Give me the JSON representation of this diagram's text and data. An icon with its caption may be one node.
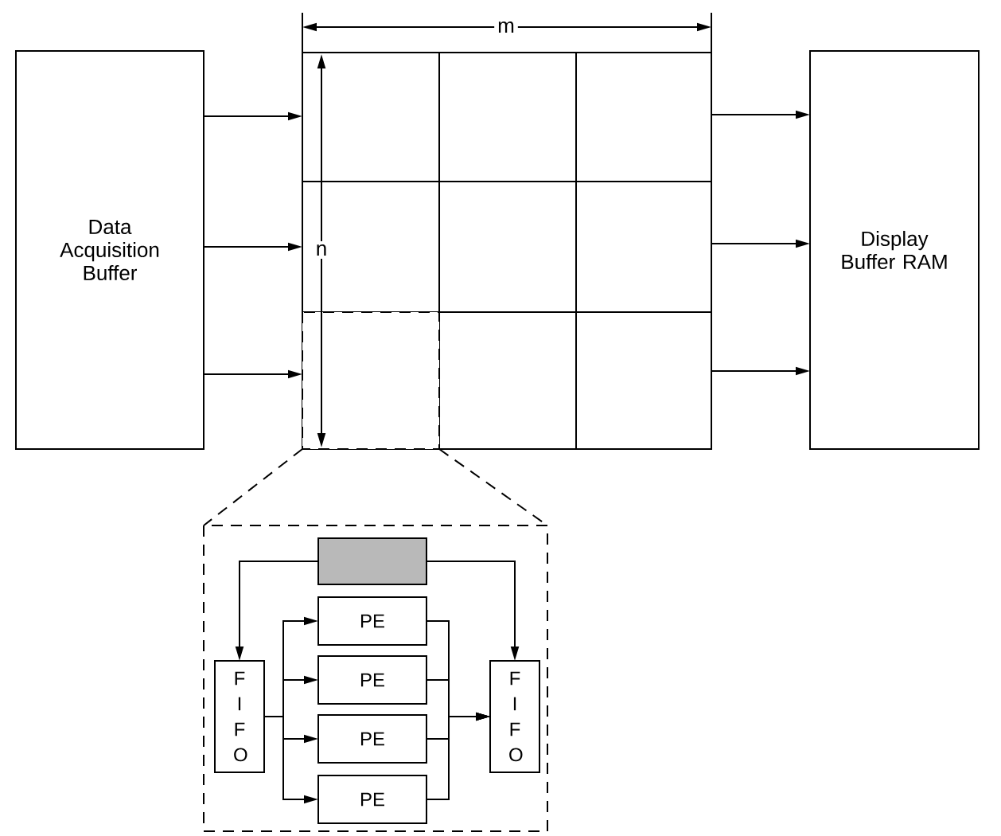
{
  "diagram": {
    "nodes": [
      {
        "text": [
          "Data Acquisition Buffer"
        ]
      },
      {
        "text": [
          "Display Buffer RAM"
        ]
      },
      {
        "text": [],
        "shape": "box"
      },
      {
        "text": [],
        "shape": "box"
      },
      {
        "text": [],
        "shape": "box",
        "in": 3
      },
      {
        "text": [
          "F I F O"
        ],
        "in": 3
      },
      {
        "text": [
          "PE"
        ],
        "in": 3
      },
      {
        "text": [
          "PE"
        ],
        "in": 3
      },
      {
        "text": [
          "PE"
        ],
        "in": 3
      },
      {
        "text": [
          "PE"
        ],
        "in": 3
      },
      {
        "text": [
          "F I F O"
        ],
        "in": 3
      }
    ],
    "edges": [
      {
        "from": 0,
        "to": 2,
        "arrow": "to"
      },
      {
        "from": 0,
        "to": 2,
        "arrow": "to"
      },
      {
        "from": 0,
        "to": 2,
        "arrow": "to"
      },
      {
        "from": 2,
        "to": 1,
        "arrow": "to"
      },
      {
        "from": 2,
        "to": 1,
        "arrow": "to"
      },
      {
        "from": 2,
        "to": 1,
        "arrow": "to"
      },
      {
        "from": 4,
        "to": 5,
        "arrow": "to"
      },
      {
        "from": 4,
        "to": 10,
        "arrow": "to"
      },
      {
        "from": 5,
        "to": 6,
        "arrow": "to"
      },
      {
        "from": 5,
        "to": 7,
        "arrow": "to"
      },
      {
        "from": 5,
        "to": 8,
        "arrow": "to"
      },
      {
        "from": 5,
        "to": 9,
        "arrow": "to"
      },
      {
        "from": 6,
        "to": 10,
        "arrow": "to"
      },
      {
        "from": 7,
        "to": 10,
        "arrow": "to"
      },
      {
        "from": 8,
        "to": 10,
        "arrow": "to"
      },
      {
        "from": 9,
        "to": 10,
        "arrow": "to"
      },
      {
        "from": 2,
        "to": 3,
        "arrow": "none",
        "style": "dashed"
      },
      {
        "from": 2,
        "to": 3,
        "arrow": "none",
        "style": "dashed"
      }
    ],
    "labels": [
      "m",
      "n"
    ]
  }
}
